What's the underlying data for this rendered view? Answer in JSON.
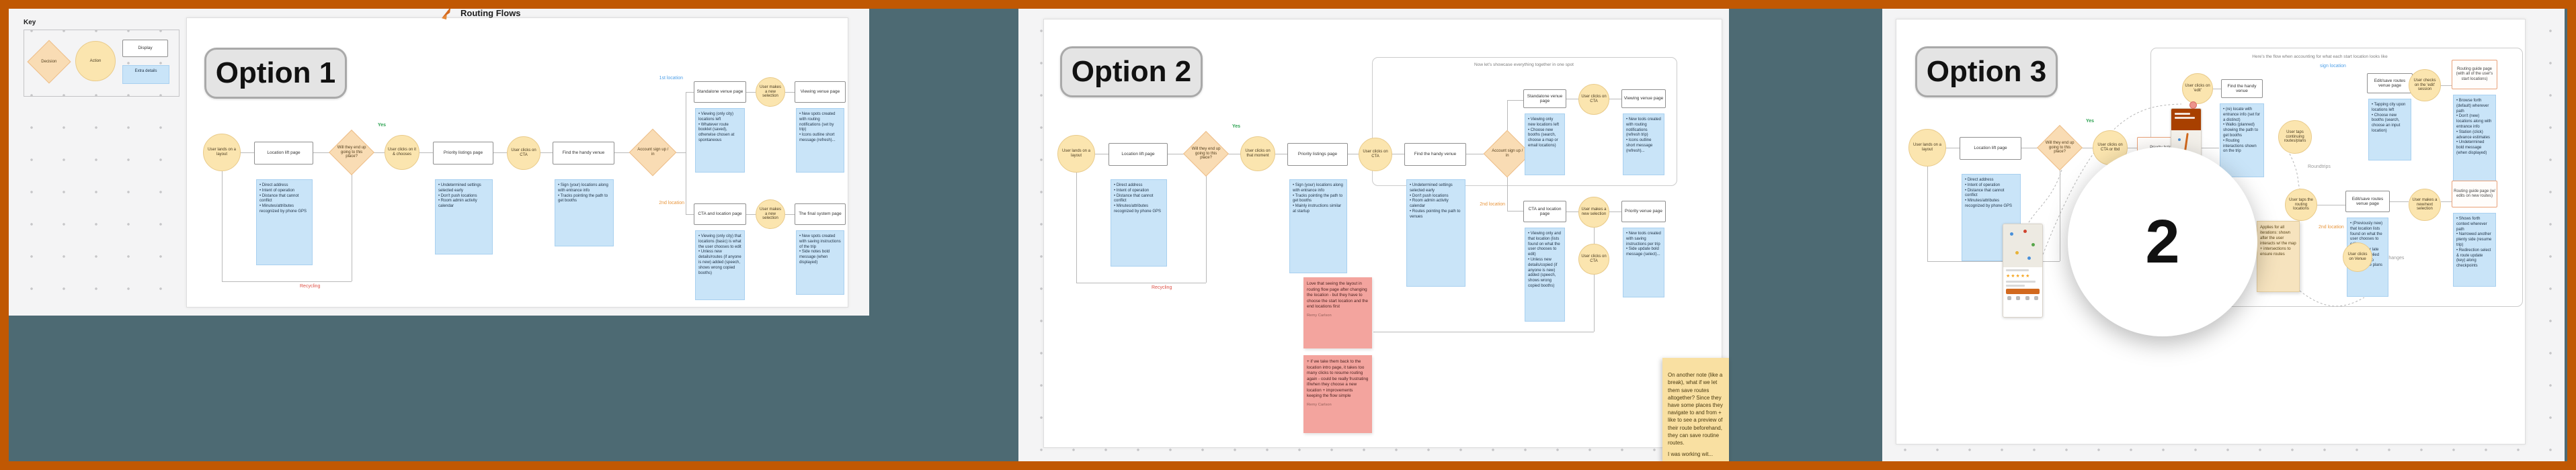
{
  "window": {
    "border_color": "#C05803",
    "desktop_color": "#4D6A73"
  },
  "board": {
    "title": "Routing Flows",
    "key": {
      "title": "Key",
      "items": {
        "decision": "Decision",
        "action": "Action",
        "display": "Display",
        "details": "Extra details"
      }
    }
  },
  "labels": {
    "yes": "Yes",
    "recycling": "Recycling",
    "first_location": "1st location",
    "second_location": "2nd location",
    "sign_location": "sign location",
    "roundtrips": "Roundtrips",
    "no_changes": "No changes",
    "step_marker": "2"
  },
  "phone": {
    "stars": "★★★★★"
  },
  "option1": {
    "label": "Option 1",
    "nodes": {
      "c1": "User lands on a layout",
      "b1": "Location lift page",
      "d1": "Will they end up going to this place?",
      "c2": "User clicks on it & chooses",
      "b2": "Priority listings page",
      "c3": "User clicks on CTA",
      "b3": "Find the handy venue",
      "d2": "Account sign up / in",
      "tb1": "Standalone venue page",
      "tc1": "User makes a new selection",
      "tb2": "Viewing venue page",
      "bb1": "CTA and location page",
      "bc1": "User makes a new selection",
      "bb2": "The final system page"
    },
    "notes": {
      "n1": "• Direct address\n• Intent of operation\n• Distance that cannot conflict\n• Minutes/attributes recognized by phone GPS",
      "n2": "• Undetermined settings selected early\n• Don't push locations\n• Room admin activity calendar",
      "n3": "• Sign (your) locations along with entrance info\n• Tracks pointing the path to get booths",
      "tn1": "• Viewing (only city) locations left\n• Whatever route booklet (saved), otherwise chosen at spontaneous",
      "tn2": "• New spots created with routing notifications (set by trip)\n• Icons outline short message (refresh)...",
      "bn1": "• Viewing (only city) that locations (basic) is what the user chooses to edit\n• Unless new details/routes (if anyone is new) added (speech, shows wrong copied booths)",
      "bn2": "• New spots created with saving instructions of the trip\n• Side notes bold message (when displayed)"
    }
  },
  "option2": {
    "label": "Option 2",
    "container_label": "Now let's showcase everything together in one spot",
    "nodes": {
      "c1": "User lands on a layout",
      "b1": "Location lift page",
      "d1": "Will they end up going to this place?",
      "c2": "User clicks on that moment",
      "b2": "Priority listings page",
      "c3": "User clicks on CTA",
      "b4": "Find the handy venue",
      "d2": "Account sign up / in",
      "tb1": "Standalone venue page",
      "tc1": "User clicks on CTA",
      "tb2": "Viewing venue page",
      "bb1": "CTA and location page",
      "bc1": "User makes a new selection",
      "bb2": "Priority venue page",
      "bc2": "User clicks on CTA"
    },
    "notes": {
      "n1": "• Direct address\n• Intent of operation\n• Distance that cannot conflict\n• Minutes/attributes recognized by phone GPS",
      "n2": "• Sign (your) locations along with entrance info\n• Tracks pointing the path to get booths\n• Mainly instructions similar at startup",
      "n4": "• Undetermined settings selected early\n• Don't push locations\n• Room admin activity calendar\n• Routes pointing the path to venues",
      "tn1": "• Viewing only new locations left\n• Choose new booths (search, choose a map or email locations)",
      "tn2": "• New tools created with routing notifications (refresh trip)\n• Icons outline short message (refresh)...",
      "bn1": "• Viewing only and that location (lists found on what the user chooses to edit)\n• Unless new details/copied (if anyone is new) added (speech, shows wrong copied booths)",
      "bn2": "• New tools created with saving instructions per trip\n• Side update bold message (select)..."
    },
    "pink1": {
      "text": "Love that seeing the layout in routing flow page after changing the location - but they have to choose the start location and the end locations first",
      "author": "Remy Carlson"
    },
    "pink2": {
      "text": "+ if we take them back to the location intro page, it takes too many clicks to resume routing again - could be really frustrating if/when they choose a new location + improvements keeping the flow simple",
      "author": "Remy Carlson"
    },
    "yellow": {
      "text": "On another note (like a break), what if we let them save routes altogether? Since they have some places they navigate to and from + like to see a preview of their route beforehand, they can save routine routes.",
      "more": "I was working wit..."
    }
  },
  "option3": {
    "label": "Option 3",
    "container_label": "Here's the flow when accounting for what each start location looks like",
    "nodes": {
      "c1": "User lands on a layout",
      "b1": "Location lift page",
      "d1": "Will they end up going to this place?",
      "c2": "User clicks on CTA or tbd",
      "b2": "Priority listings page",
      "ca1": "User clicks on 'edit'",
      "boxA": "Find the handy venue",
      "boxB": "Edit/save routes venue page",
      "circB": "User taps continuing routes/plans",
      "circC": "User checks on the 'edit' session",
      "boxC": "Routing guide page (with all of the user's start locations)",
      "circD": "User taps the routing locations",
      "boxD": "Edit/save routes venue page",
      "circE": "User makes a new/next selection",
      "boxE": "Routing guide page (w/ edits on new routes)",
      "circF": "User clicks on Venue"
    },
    "notes": {
      "n1": "• Direct address\n• Intent of operation\n• Distance that cannot conflict\n• Minutes/attributes recognized by phone GPS",
      "noteA": "• (re) locate with entrance info (set for a distinct)\n• Walks (planned) showing the path to get booths\n• Routing interactions shown on the trip",
      "noteB": "• Tapping city upon locations left\n• Choose new booths (search, choose an input location)",
      "noteC": "• Browse forth (default) wherever path\n• Don't (new) locations along with entrance info\n• Station (click) advance estimates\n• Undetermined bold message (when displayed)",
      "noteD": "• (Previously new) that location lists found on what the user chooses to edit\n• Whenever late entrance replied (whatever) to switch route plans",
      "noteE": "• Shows forth context wherever path\n• Narrowed another plenty side (resume trip)\n• Redirection select & route update (key) along checkpoints"
    },
    "tan": {
      "text": "Applies for all iterations: shown after the user interacts w/ the map + intersections to ensure routes"
    }
  }
}
